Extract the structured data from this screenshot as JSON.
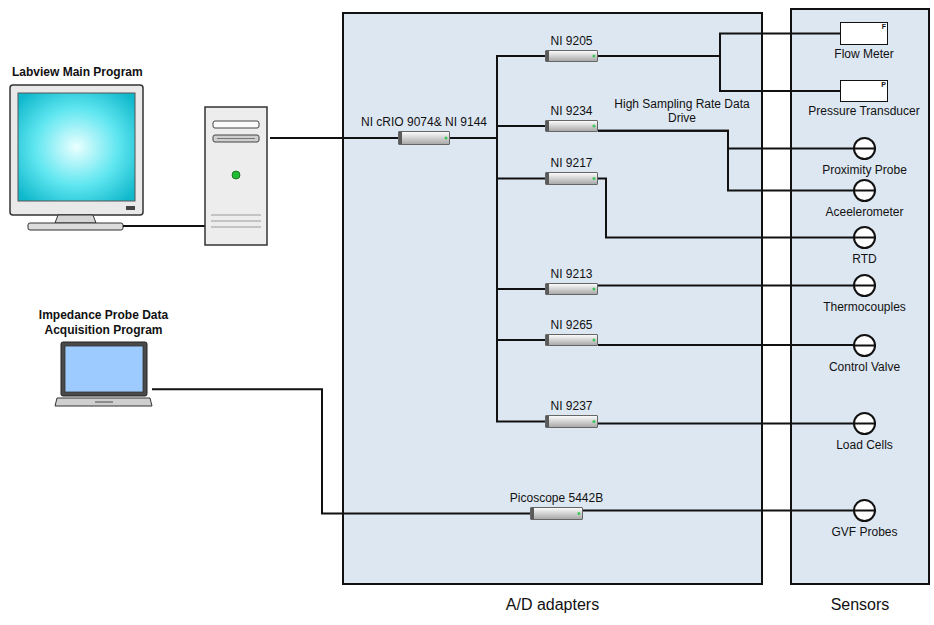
{
  "diagram": {
    "nodes": [
      {
        "text": [
          "Labview Main Program"
        ]
      },
      {
        "text": [
          "Impedance Probe Data Acquisition Program"
        ]
      },
      {
        "text": [
          "A/D adapters"
        ]
      },
      {
        "text": [
          "NI 9205"
        ],
        "in": 2
      },
      {
        "text": [
          "NI cRIO 9074& NI 9144"
        ],
        "in": 2
      },
      {
        "text": [
          "NI 9234"
        ],
        "in": 2
      },
      {
        "text": [
          "NI 9217"
        ],
        "in": 2
      },
      {
        "text": [
          "NI 9213"
        ],
        "in": 2
      },
      {
        "text": [
          "NI 9265"
        ],
        "in": 2
      },
      {
        "text": [
          "NI 9237"
        ],
        "in": 2
      },
      {
        "text": [
          "Picoscope 5442B"
        ],
        "in": 2
      },
      {
        "text": [
          "Sensors"
        ]
      },
      {
        "text": [
          "Flow Meter",
          "F"
        ],
        "in": 11
      },
      {
        "text": [
          "Pressure Transducer",
          "P"
        ],
        "in": 11
      },
      {
        "text": [
          "Proximity Probe"
        ],
        "in": 11
      },
      {
        "text": [
          "Aceelerometer"
        ],
        "in": 11
      },
      {
        "text": [
          "RTD"
        ],
        "in": 11
      },
      {
        "text": [
          "Thermocouples"
        ],
        "in": 11
      },
      {
        "text": [
          "Control Valve"
        ],
        "in": 11
      },
      {
        "text": [
          "Load Cells"
        ],
        "in": 11
      },
      {
        "text": [
          "GVF Probes"
        ],
        "in": 11
      }
    ],
    "edges": [
      {
        "from": 0,
        "to": 4,
        "arrow": "none"
      },
      {
        "from": 1,
        "to": 10,
        "arrow": "none"
      },
      {
        "from": 4,
        "to": 3,
        "arrow": "none"
      },
      {
        "from": 4,
        "to": 5,
        "arrow": "none"
      },
      {
        "from": 4,
        "to": 6,
        "arrow": "none"
      },
      {
        "from": 4,
        "to": 7,
        "arrow": "none"
      },
      {
        "from": 4,
        "to": 8,
        "arrow": "none"
      },
      {
        "from": 4,
        "to": 9,
        "arrow": "none"
      },
      {
        "from": 3,
        "to": 12,
        "arrow": "none"
      },
      {
        "from": 3,
        "to": 13,
        "arrow": "none"
      },
      {
        "from": 5,
        "to": 14,
        "arrow": "none"
      },
      {
        "from": 5,
        "to": 15,
        "arrow": "none"
      },
      {
        "from": 6,
        "to": 16,
        "arrow": "none"
      },
      {
        "from": 7,
        "to": 17,
        "arrow": "none"
      },
      {
        "from": 8,
        "to": 18,
        "arrow": "none"
      },
      {
        "from": 9,
        "to": 19,
        "arrow": "none"
      },
      {
        "from": 10,
        "to": 20,
        "arrow": "none"
      }
    ],
    "labels": [
      "High Sampling Rate Data Drive"
    ]
  }
}
